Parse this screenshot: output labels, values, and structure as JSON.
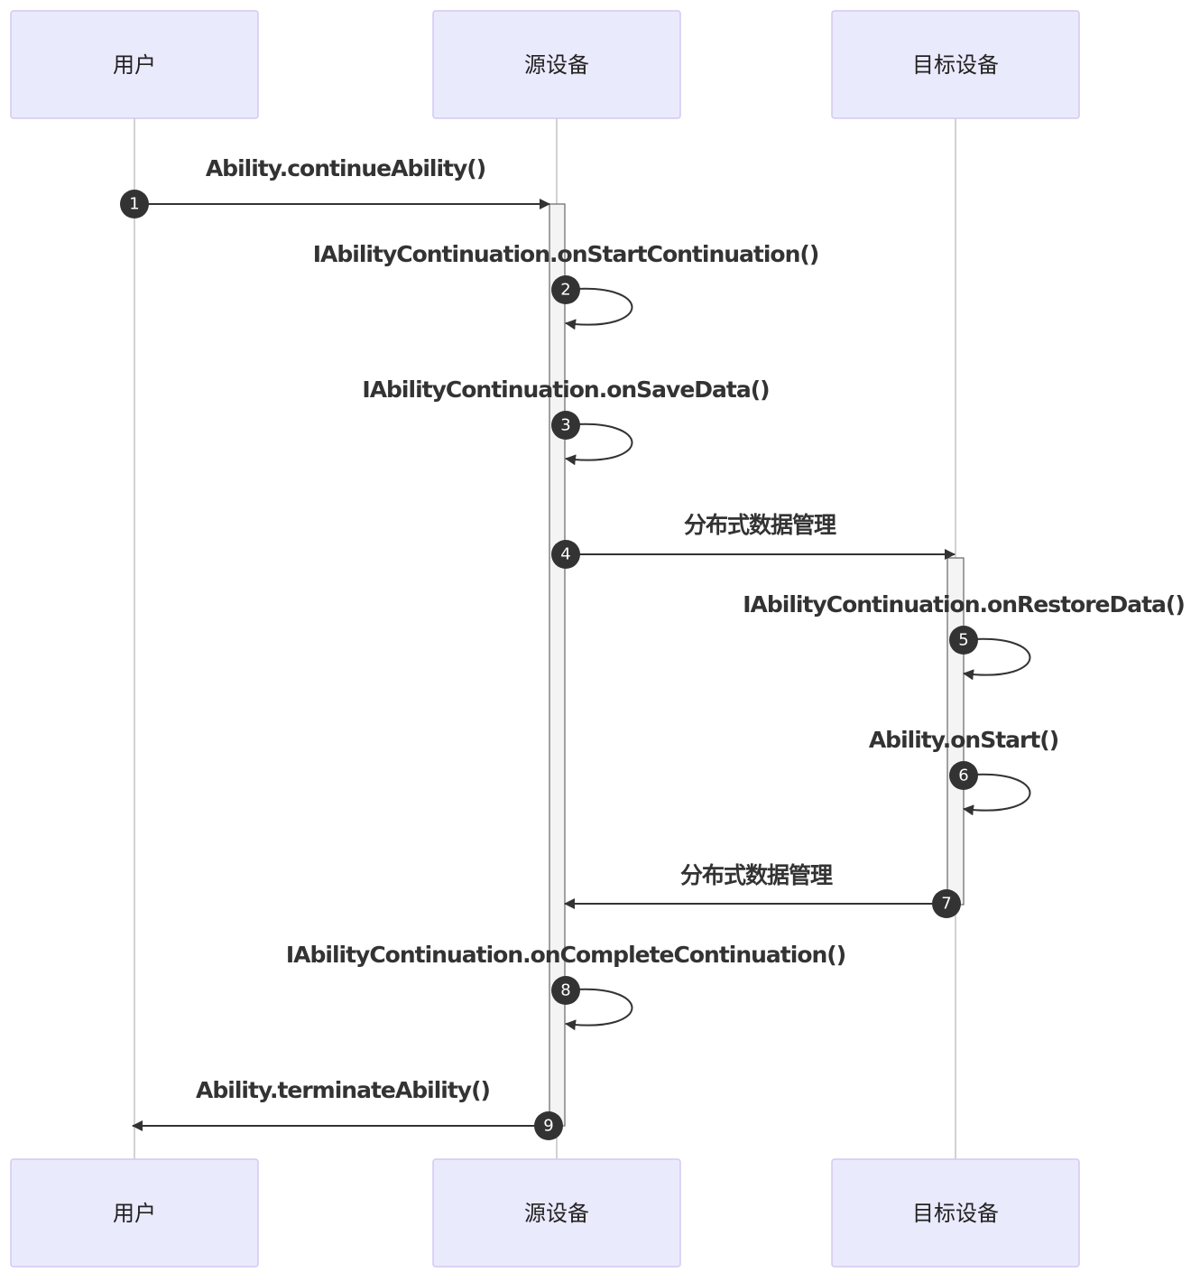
{
  "participants": [
    {
      "id": "user",
      "label": "用户"
    },
    {
      "id": "source",
      "label": "源设备"
    },
    {
      "id": "target",
      "label": "目标设备"
    }
  ],
  "messages": [
    {
      "seq": "1",
      "from": "user",
      "to": "source",
      "label": "Ability.continueAbility()"
    },
    {
      "seq": "2",
      "from": "source",
      "to": "source",
      "label": "IAbilityContinuation.onStartContinuation()"
    },
    {
      "seq": "3",
      "from": "source",
      "to": "source",
      "label": "IAbilityContinuation.onSaveData()"
    },
    {
      "seq": "4",
      "from": "source",
      "to": "target",
      "label": "分布式数据管理"
    },
    {
      "seq": "5",
      "from": "target",
      "to": "target",
      "label": "IAbilityContinuation.onRestoreData()"
    },
    {
      "seq": "6",
      "from": "target",
      "to": "target",
      "label": "Ability.onStart()"
    },
    {
      "seq": "7",
      "from": "target",
      "to": "source",
      "label": "分布式数据管理"
    },
    {
      "seq": "8",
      "from": "source",
      "to": "source",
      "label": "IAbilityContinuation.onCompleteContinuation()"
    },
    {
      "seq": "9",
      "from": "source",
      "to": "user",
      "label": "Ability.terminateAbility()"
    }
  ],
  "colors": {
    "actor_fill": "#eaeafd",
    "actor_border": "#d4c8f2",
    "line": "#333333",
    "lifeline": "#b5b5b5",
    "activation_fill": "#f4f4f4"
  }
}
